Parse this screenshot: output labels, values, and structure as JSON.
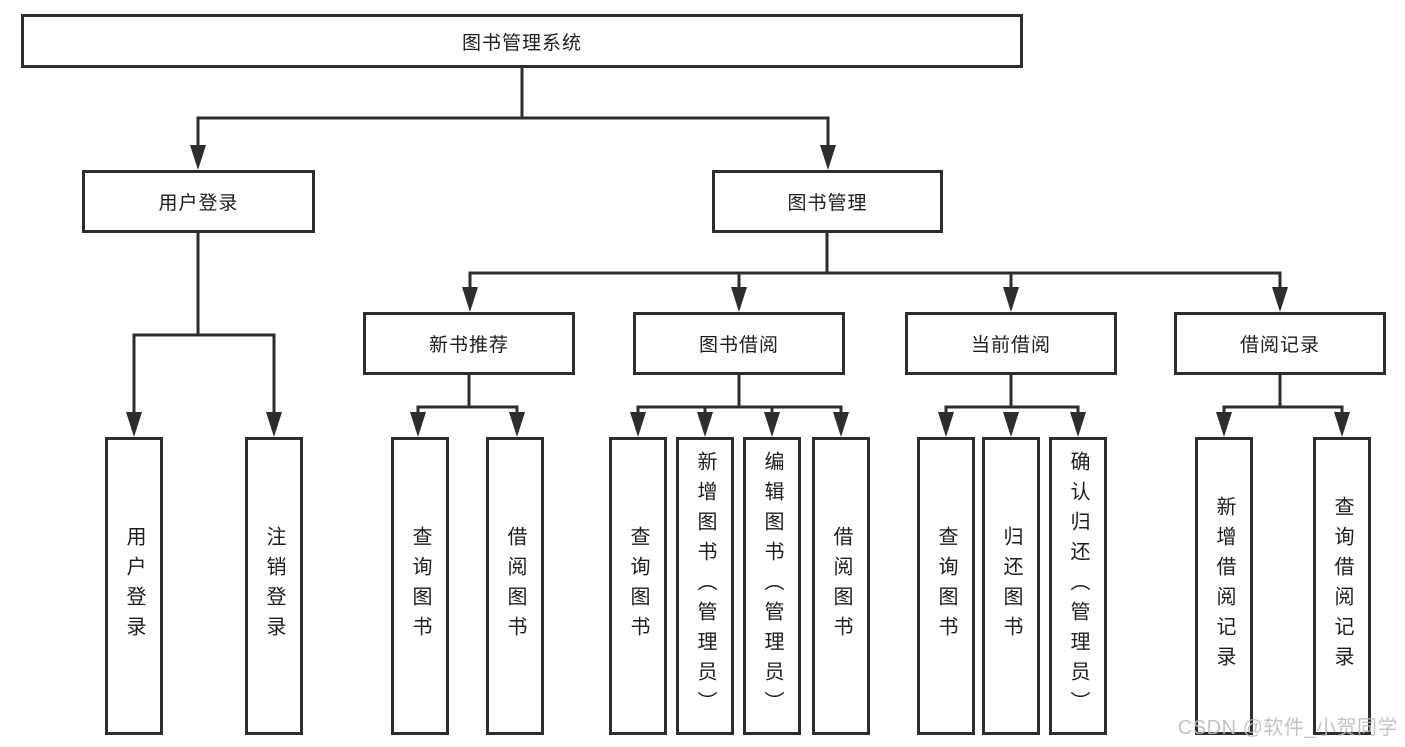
{
  "diagram": {
    "nodes": {
      "root": "图书管理系统",
      "user_login": "用户登录",
      "book_mgmt": "图书管理",
      "new_book_rec": "新书推荐",
      "book_borrow": "图书借阅",
      "current_borrow": "当前借阅",
      "borrow_records": "借阅记录",
      "leaf_user_login": "用户登录",
      "leaf_logout": "注销登录",
      "leaf_query_books_a": "查询图书",
      "leaf_borrow_books_a": "借阅图书",
      "leaf_query_books_b": "查询图书",
      "leaf_add_books": "新增图书（管理员）",
      "leaf_edit_books": "编辑图书（管理员）",
      "leaf_borrow_books_b": "借阅图书",
      "leaf_query_books_c": "查询图书",
      "leaf_return_books": "归还图书",
      "leaf_confirm_return": "确认归还（管理员）",
      "leaf_add_borrow_record": "新增借阅记录",
      "leaf_query_borrow_record": "查询借阅记录"
    },
    "watermark": "CSDN @软件_小贺同学",
    "colors": {
      "line": "#2d2d2d",
      "text": "#1d1d1d",
      "watermark": "#bdbdbd",
      "background": "#ffffff"
    }
  }
}
